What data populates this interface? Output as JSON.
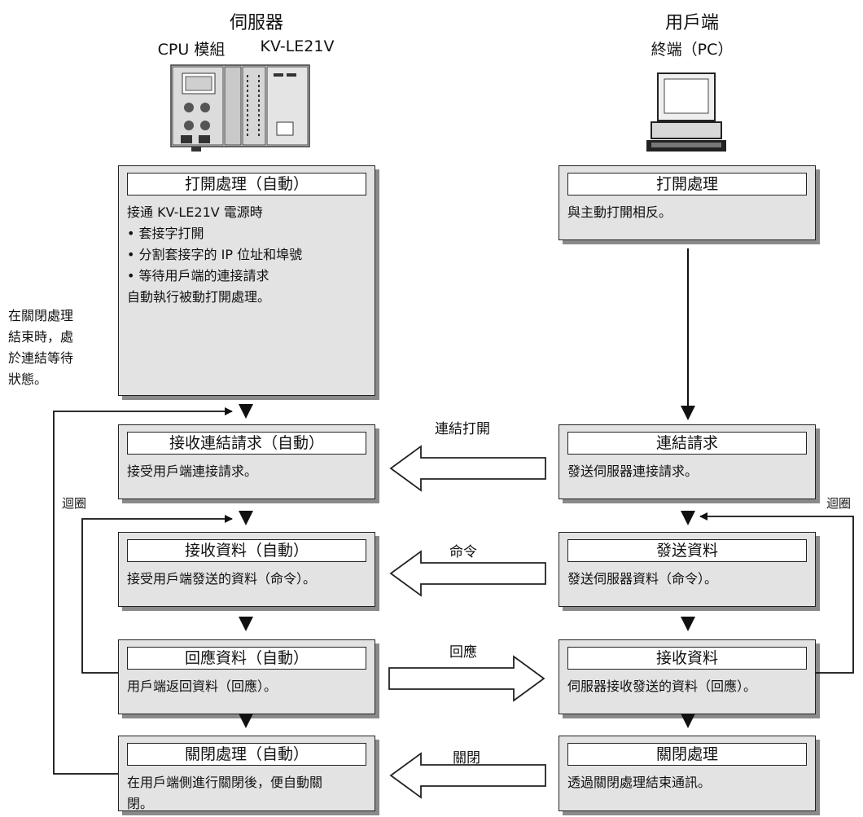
{
  "server": {
    "title": "伺服器",
    "cpu_label": "CPU 模組",
    "module_label": "KV-LE21V"
  },
  "client": {
    "title": "用戶端",
    "terminal_label": "終端（PC）"
  },
  "server_boxes": [
    {
      "title": "打開處理（自動）",
      "body": "接通 KV-LE21V 電源時\n• 套接字打開\n• 分割套接字的 IP 位址和埠號\n• 等待用戶端的連接請求\n  自動執行被動打開處理。"
    },
    {
      "title": "接收連結請求（自動）",
      "body": "接受用戶端連接請求。"
    },
    {
      "title": "接收資料（自動）",
      "body": "接受用戶端發送的資料（命令）。"
    },
    {
      "title": "回應資料（自動）",
      "body": "用戶端返回資料（回應）。"
    },
    {
      "title": "關閉處理（自動）",
      "body": "在用戶端側進行關閉後，便自動關\n閉。"
    }
  ],
  "client_boxes": [
    {
      "title": "打開處理",
      "body": "與主動打開相反。"
    },
    {
      "title": "連結請求",
      "body": "發送伺服器連接請求。"
    },
    {
      "title": "發送資料",
      "body": "發送伺服器資料（命令）。"
    },
    {
      "title": "接收資料",
      "body": "伺服器接收發送的資料（回應）。"
    },
    {
      "title": "關閉處理",
      "body": "透過關閉處理結束通訊。"
    }
  ],
  "arrow_labels": {
    "connect_open": "連結打開",
    "command": "命令",
    "response": "回應",
    "close": "關閉"
  },
  "loop_labels": {
    "left": "迴圈",
    "right": "迴圈"
  },
  "side_note": "在關閉處理\n結束時，處\n於連結等待\n狀態。"
}
